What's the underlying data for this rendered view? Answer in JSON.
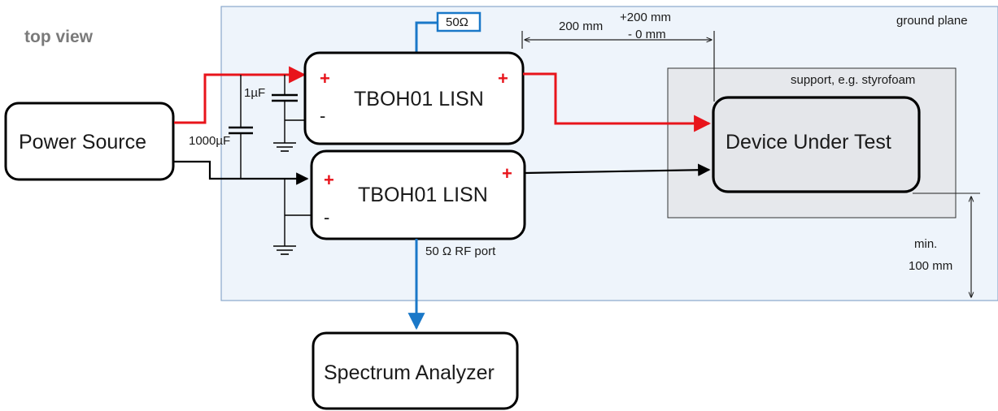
{
  "view_label": "top view",
  "ground_plane_label": "ground plane",
  "support_label": "support, e.g. styrofoam",
  "power_source": "Power Source",
  "lisn_top": "TBOH01 LISN",
  "lisn_bottom": "TBOH01 LISN",
  "device_under_test": "Device Under Test",
  "spectrum_analyzer": "Spectrum Analyzer",
  "resistor_label": "50Ω",
  "cap_small": "1µF",
  "cap_large": "1000µF",
  "rf_port_label": "50 Ω RF port",
  "distance_200": "200 mm",
  "tolerance_plus": "+200 mm",
  "tolerance_minus": "- 0 mm",
  "min_label": "min.",
  "min_value": "100 mm",
  "plus_sign": "+",
  "minus_sign": "-",
  "colors": {
    "ground_plane": "#eef4fb",
    "ground_plane_border": "#8aa8cc",
    "support": "#e6e8ec",
    "dut": "#e4e6ea",
    "red_wire": "#e8141b",
    "blue_wire": "#1a78c8"
  }
}
